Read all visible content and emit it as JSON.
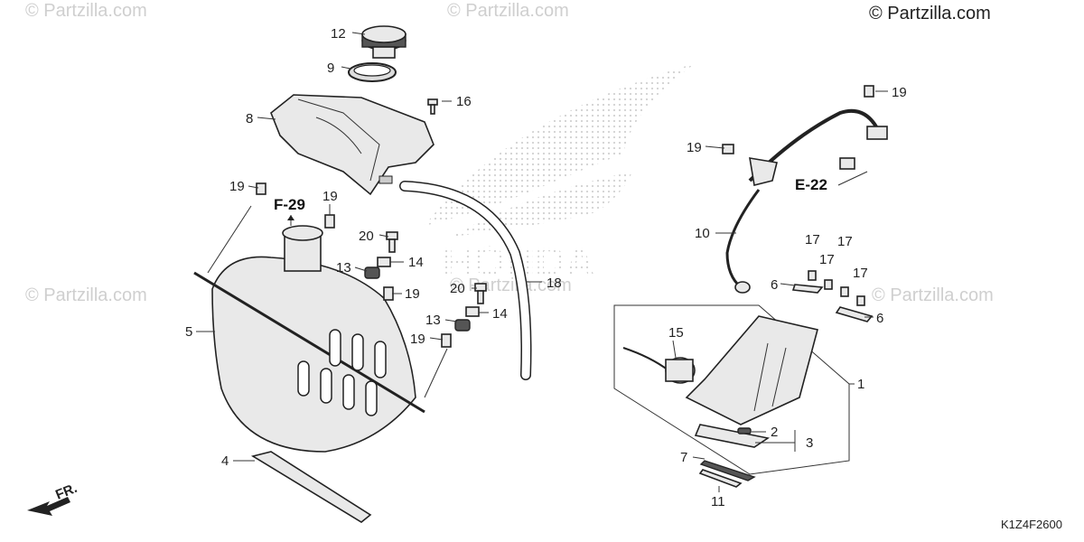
{
  "watermarks": [
    "© Partzilla.com",
    "© Partzilla.com",
    "© Partzilla.com",
    "© Partzilla.com",
    "© Partzilla.com"
  ],
  "copyright": "© Partzilla.com",
  "brand_logo_text": "HONDA",
  "diagram_code": "K1Z4F2600",
  "front_indicator": "FR.",
  "references": {
    "f29": "F-29",
    "e22": "E-22"
  },
  "callouts": {
    "c12": "12",
    "c9": "9",
    "c16": "16",
    "c8": "8",
    "c19a": "19",
    "c19b": "19",
    "c19c": "19",
    "c19d": "19",
    "c19e": "19",
    "c19f": "19",
    "c20a": "20",
    "c20b": "20",
    "c14a": "14",
    "c14b": "14",
    "c13a": "13",
    "c13b": "13",
    "c5": "5",
    "c4": "4",
    "c18": "18",
    "c10": "10",
    "c17a": "17",
    "c17b": "17",
    "c17c": "17",
    "c6a": "6",
    "c6b": "6",
    "c15": "15",
    "c1": "1",
    "c2": "2",
    "c3": "3",
    "c7": "7",
    "c11": "11"
  },
  "colors": {
    "line": "#222222",
    "watermark": "#cfcfcf",
    "background": "#ffffff"
  }
}
